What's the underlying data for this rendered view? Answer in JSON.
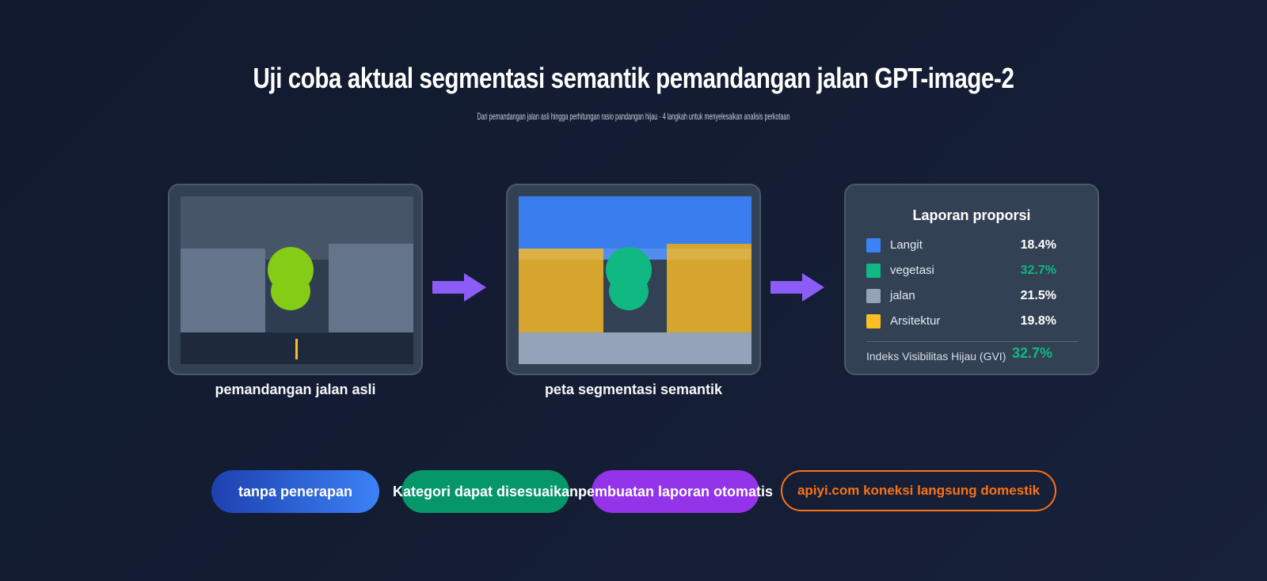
{
  "header": {
    "title": "Uji coba aktual segmentasi semantik pemandangan jalan GPT-image-2",
    "subtitle": "Dari pemandangan jalan asli hingga perhitungan rasio pandangan hijau · 4 langkah untuk menyelesaikan analisis perkotaan"
  },
  "panels": {
    "original_caption": "pemandangan jalan asli",
    "segmentation_caption": "peta segmentasi semantik"
  },
  "report": {
    "title": "Laporan proporsi",
    "rows": [
      {
        "label": "Langit",
        "value": "18.4%",
        "color": "#3b82f6",
        "value_color": "#ffffff"
      },
      {
        "label": "vegetasi",
        "value": "32.7%",
        "color": "#10b981",
        "value_color": "#10b981"
      },
      {
        "label": "jalan",
        "value": "21.5%",
        "color": "#94a3b8",
        "value_color": "#ffffff"
      },
      {
        "label": "Arsitektur",
        "value": "19.8%",
        "color": "#fbbf24",
        "value_color": "#ffffff"
      }
    ],
    "gvi_label": "Indeks Visibilitas Hijau (GVI)",
    "gvi_value": "32.7%"
  },
  "features": [
    {
      "label": "tanpa penerapan"
    },
    {
      "label": "Kategori dapat disesuaikan"
    },
    {
      "label": "pembuatan laporan otomatis"
    },
    {
      "label": "apiyi.com koneksi langsung domestik"
    }
  ],
  "colors": {
    "sky": "#3b82f6",
    "vegetation": "#10b981",
    "road": "#94a3b8",
    "architecture": "#fbbf24",
    "arrow": "#8b5cf6",
    "accent_orange": "#f97316"
  }
}
